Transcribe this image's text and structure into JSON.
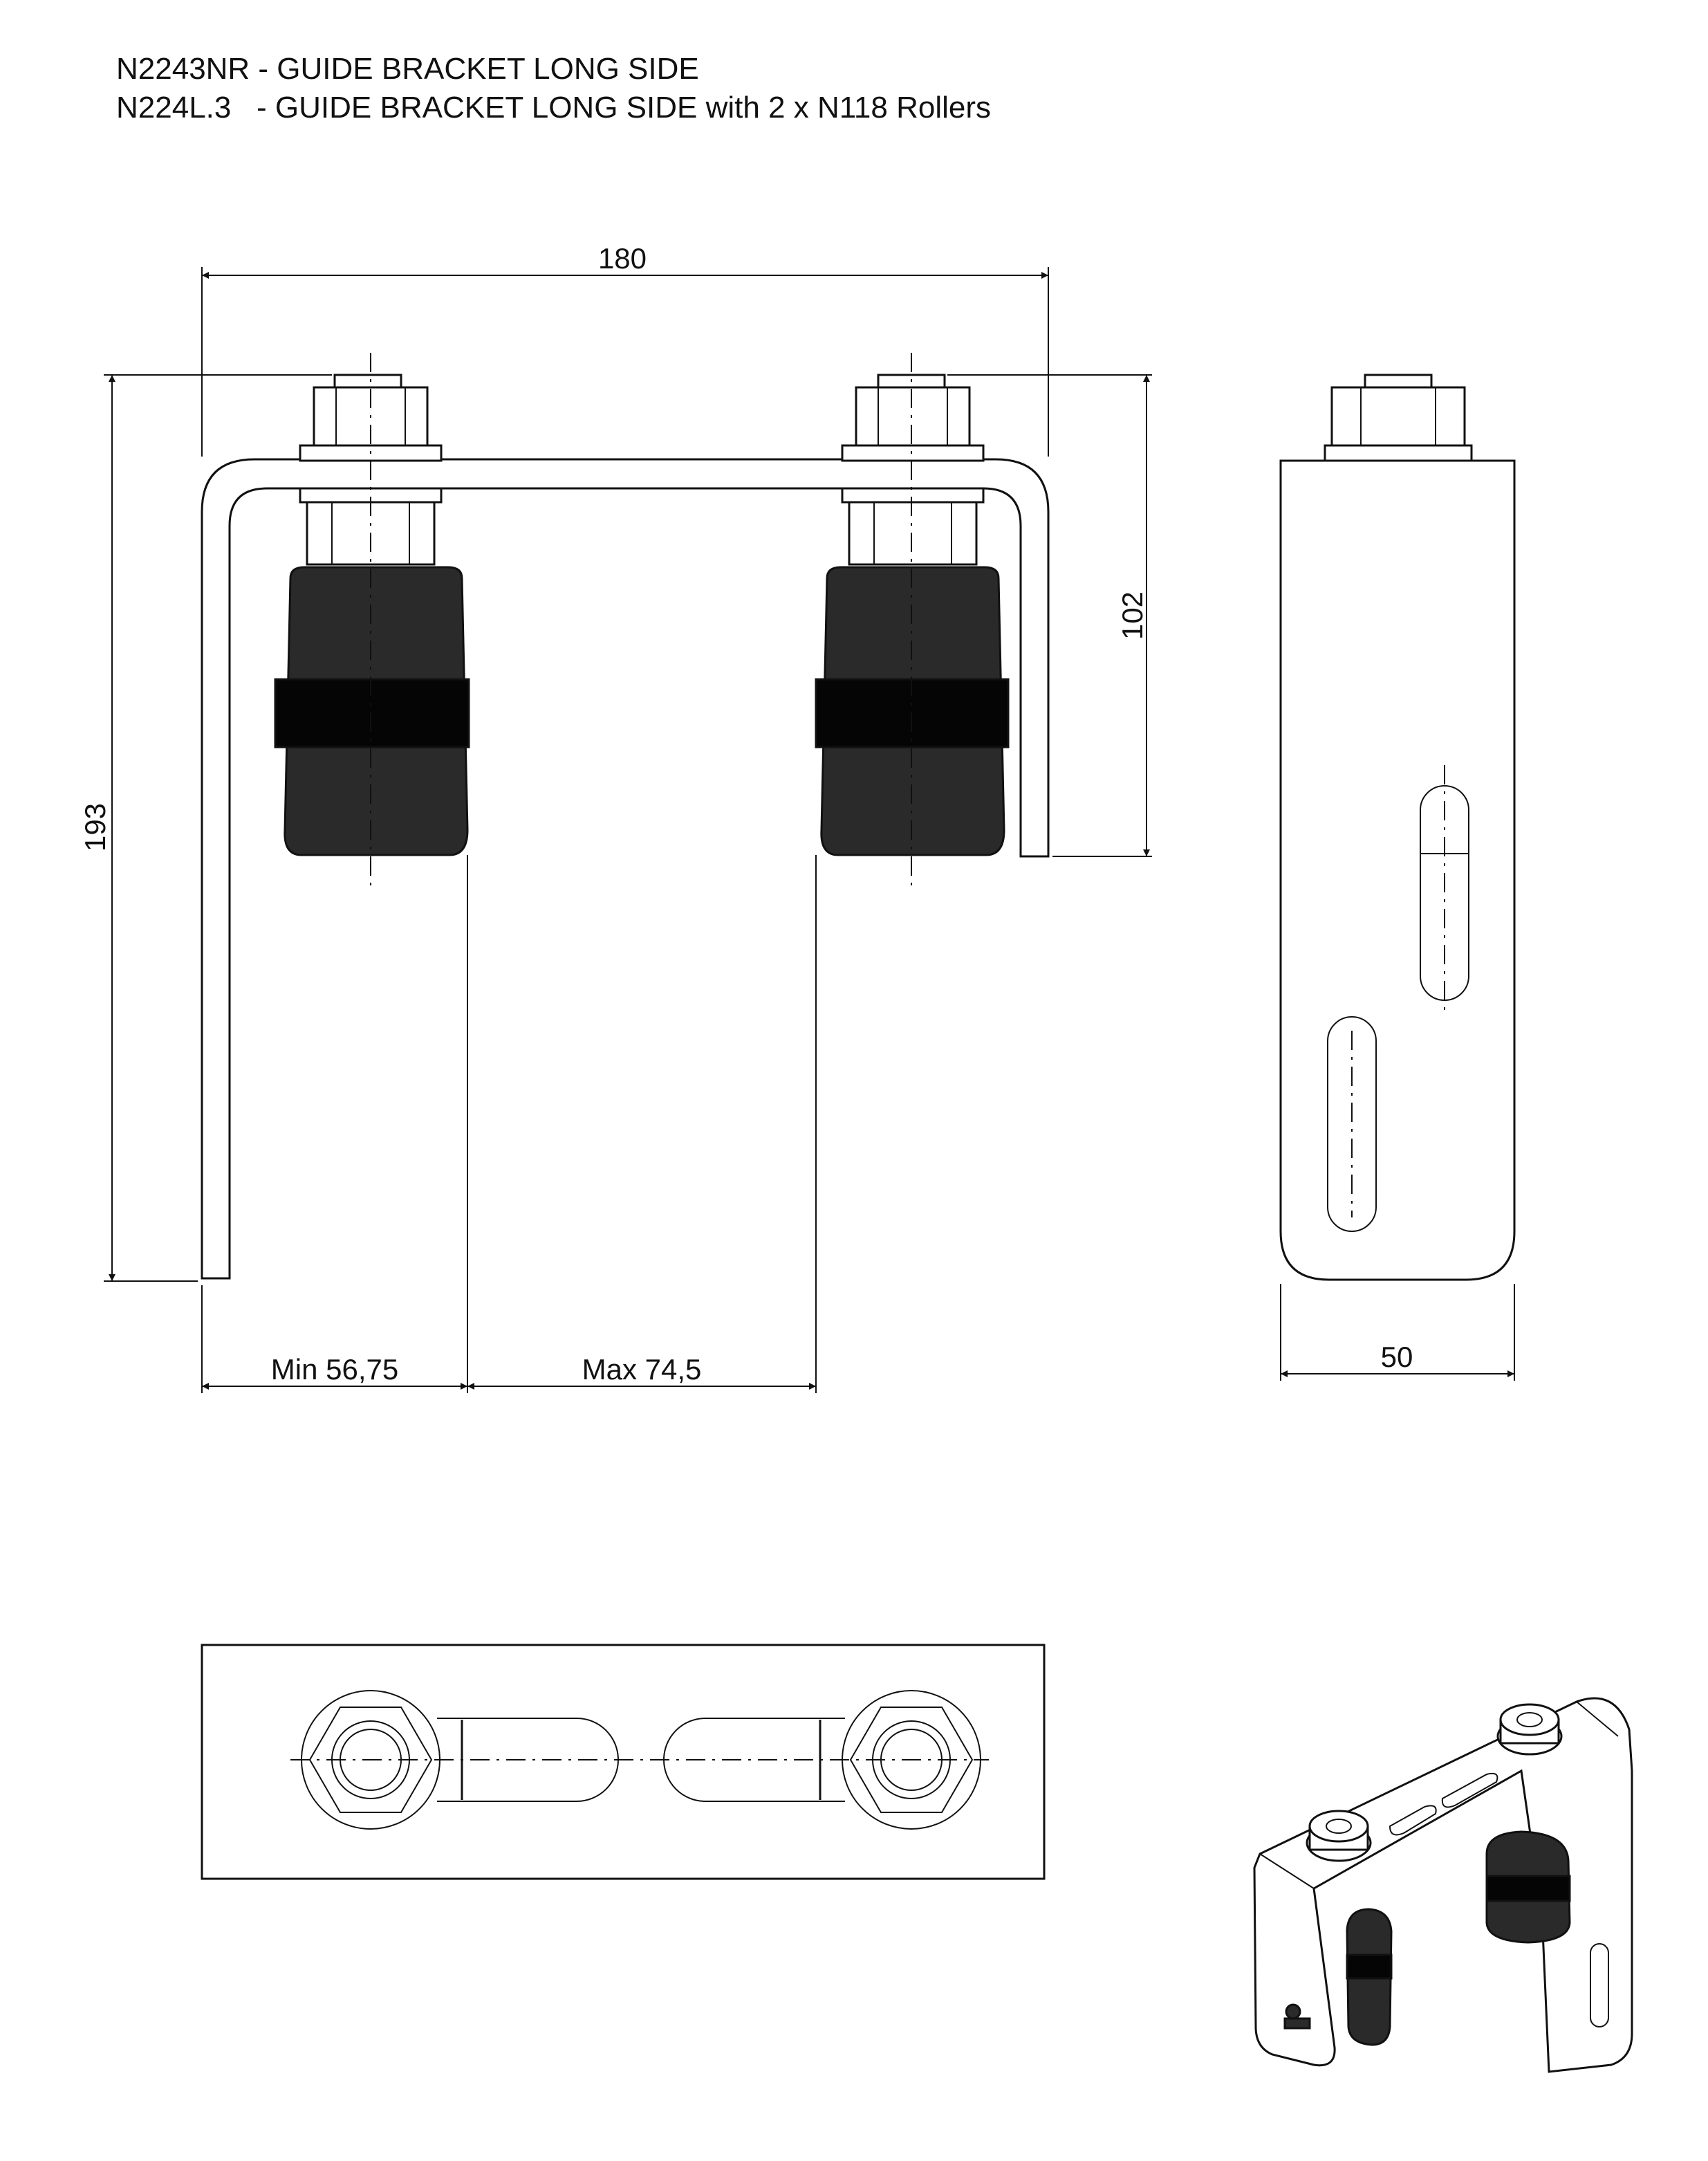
{
  "title": {
    "line1": "N2243NR - GUIDE BRACKET LONG SIDE",
    "line2": "N224L.3   - GUIDE BRACKET LONG SIDE with 2 x N118 Rollers"
  },
  "dimensions": {
    "width_overall": "180",
    "height_overall": "193",
    "height_inner": "102",
    "min_gap": "Min 56,75",
    "max_gap": "Max 74,5",
    "depth": "50"
  },
  "views": [
    "front",
    "side",
    "top",
    "isometric"
  ]
}
